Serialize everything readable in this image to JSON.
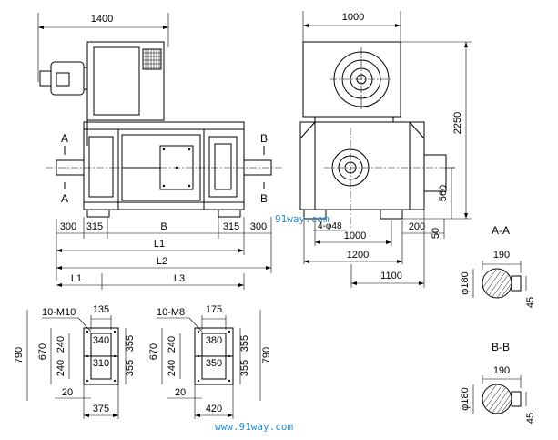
{
  "front_view": {
    "width_top": "1400",
    "left_section": "300",
    "left_offset": "315",
    "center": "B",
    "right_offset": "315",
    "right_section": "300",
    "l1": "L1",
    "l2": "L2",
    "bottom_l1": "L1",
    "bottom_l3": "L3",
    "section_a": "A",
    "section_b": "B"
  },
  "side_view": {
    "width_top": "1000",
    "height": "2250",
    "shaft_height": "560",
    "bolt": "4-φ48",
    "base_inner": "1000",
    "base_outer": "1200",
    "offset": "200",
    "foot": "50",
    "depth": "1100"
  },
  "section_aa": {
    "title": "A-A",
    "width": "190",
    "diameter": "φ180",
    "key": "45"
  },
  "section_bb": {
    "title": "B-B",
    "width": "190",
    "diameter": "φ180",
    "key": "45"
  },
  "flange_left": {
    "bolts": "10-M10",
    "top": "135",
    "inner_upper": "340",
    "inner_lower": "310",
    "right_upper": "355",
    "right_lower": "355",
    "outer": "790",
    "left_outer": "670",
    "left_upper": "240",
    "left_lower": "240",
    "offset": "20",
    "bottom": "375"
  },
  "flange_right": {
    "bolts": "10-M8",
    "top": "175",
    "inner_upper": "380",
    "inner_lower": "350",
    "right_upper": "355",
    "right_lower": "355",
    "outer": "790",
    "left_outer": "670",
    "left_upper": "240",
    "left_lower": "240",
    "offset": "20",
    "bottom": "420"
  },
  "watermarks": [
    "91way.com",
    "www.91way.com"
  ]
}
